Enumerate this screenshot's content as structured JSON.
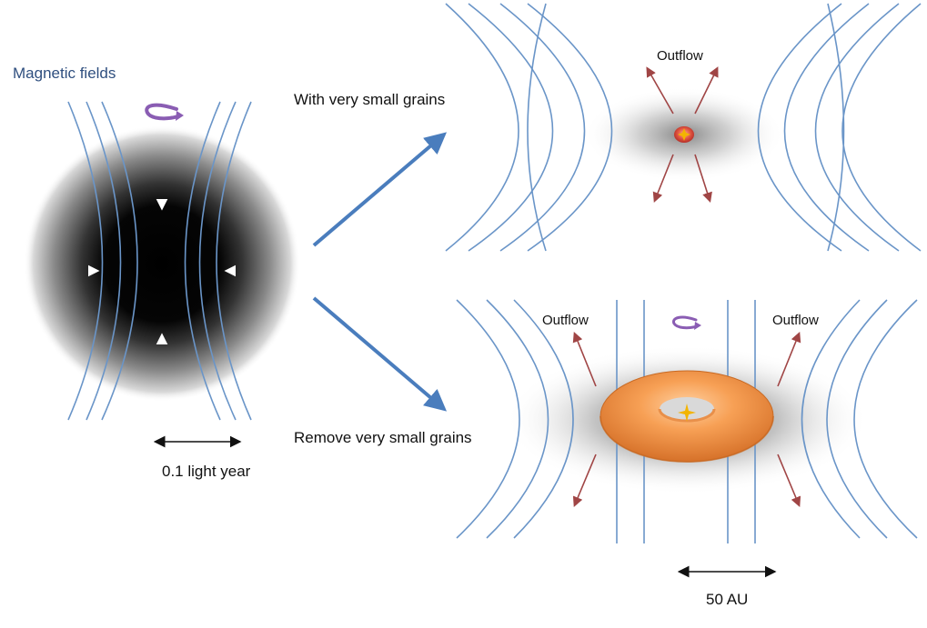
{
  "labels": {
    "magnetic_fields": "Magnetic fields",
    "with_small_grains": "With very small grains",
    "remove_small_grains": "Remove very small grains",
    "scale_core": "0.1 light year",
    "scale_disk": "50 AU",
    "outflow": "Outflow"
  },
  "colors": {
    "field_lines": "#6a95c8",
    "main_arrows": "#4a7dbd",
    "infall_arrows": "#9a3a3a",
    "outflow_arrows": "#a04545",
    "disk": "#f5964a",
    "rotation": "#8a5db3",
    "star": "#f3b400"
  },
  "icons": {
    "rotation": "curved-rotation-arrow-icon",
    "protostar": "four-point-star-icon"
  }
}
